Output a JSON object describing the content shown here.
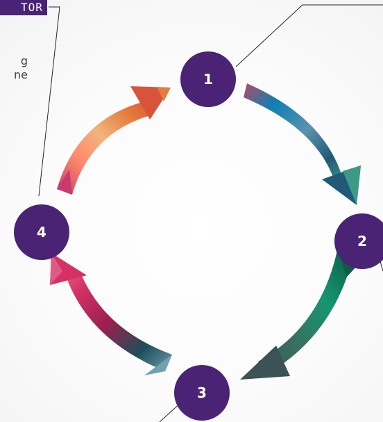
{
  "tag_text": "TOR",
  "snippet_lines": [
    "g",
    "ne"
  ],
  "steps": [
    {
      "label": "1"
    },
    {
      "label": "2"
    },
    {
      "label": "3"
    },
    {
      "label": "4"
    }
  ],
  "colors": {
    "node": "#4a2374",
    "arrow_1_to_2": [
      "#b34a66",
      "#0f7fb2",
      "#5b93ad",
      "#215a78",
      "#3c9a86"
    ],
    "arrow_2_to_3": [
      "#0d5b43",
      "#159673",
      "#3a6e5e",
      "#3b5256",
      "#2f5c61"
    ],
    "arrow_3_to_4": [
      "#6fa1b0",
      "#1e4d5a",
      "#9b1f4f",
      "#d43265",
      "#e05a86"
    ],
    "arrow_4_to_1": [
      "#c73a6b",
      "#ff8a6a",
      "#f2b37c",
      "#e57c3c",
      "#d9533c"
    ],
    "lines": "#222222"
  }
}
